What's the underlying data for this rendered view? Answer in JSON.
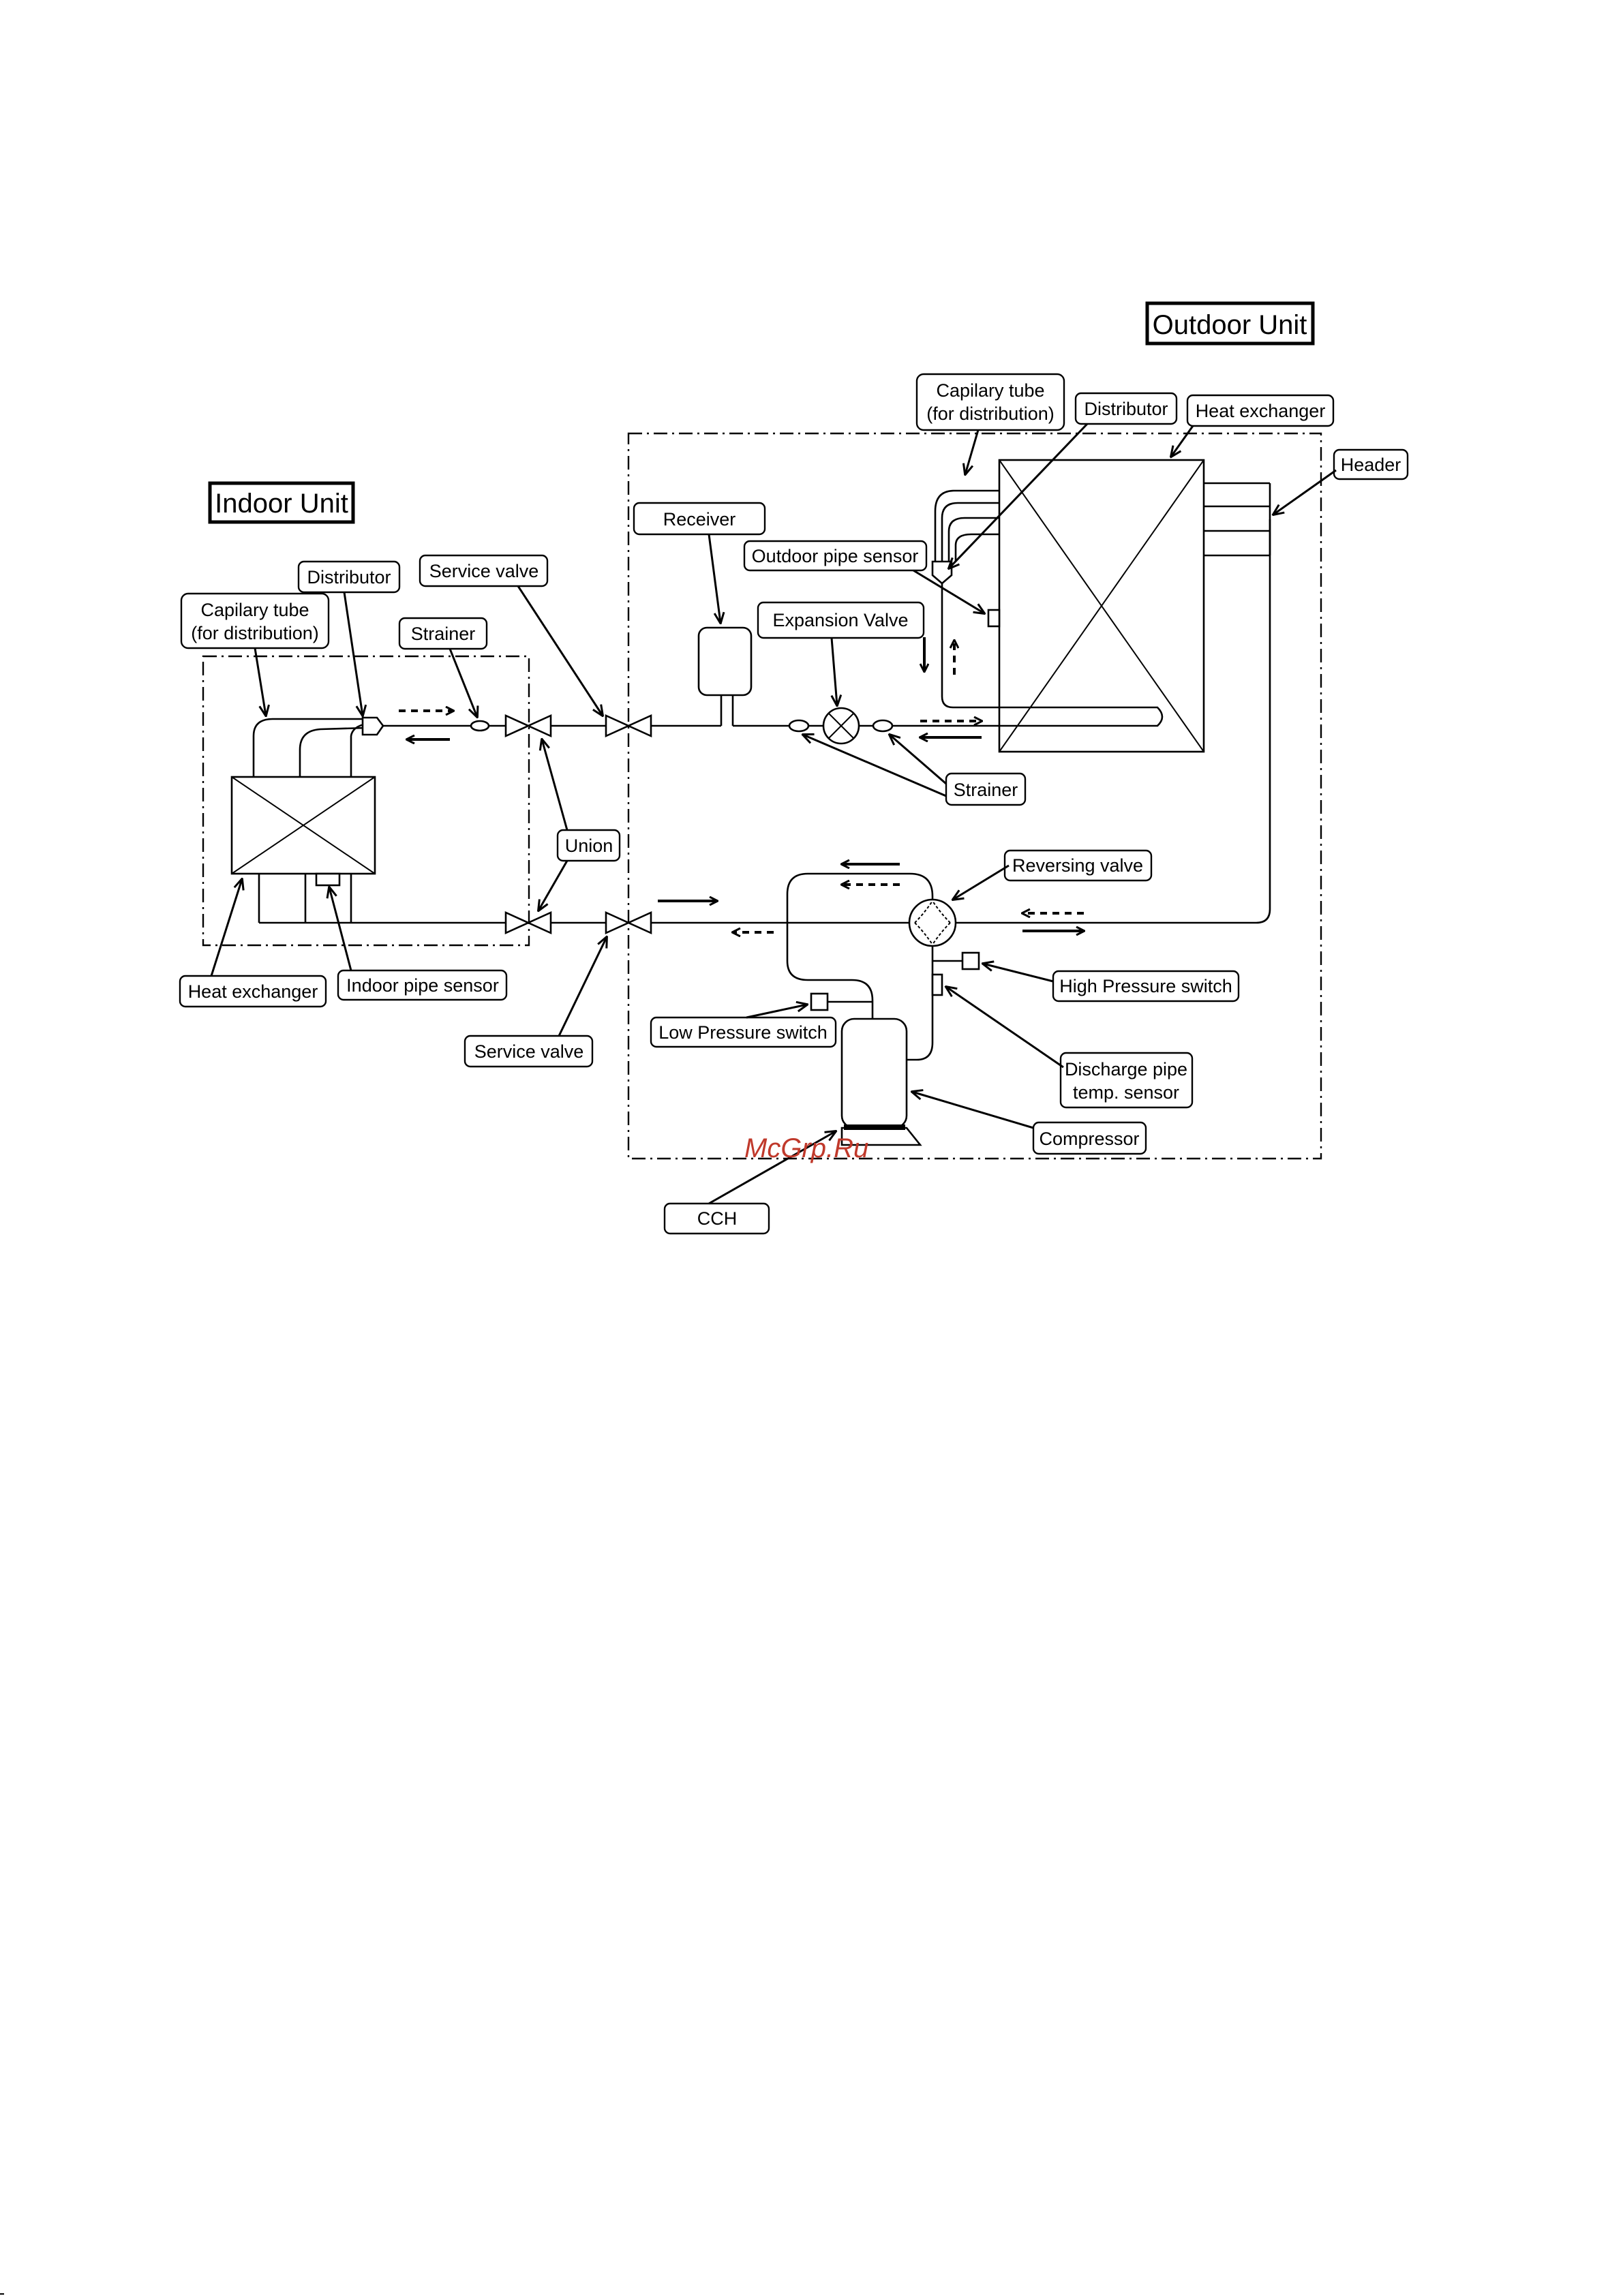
{
  "units": {
    "indoor": "Indoor Unit",
    "outdoor": "Outdoor Unit"
  },
  "labels": {
    "indoor_capilary_tube_l1": "Capilary tube",
    "indoor_capilary_tube_l2": "(for distribution)",
    "indoor_distributor": "Distributor",
    "service_valve_top": "Service valve",
    "indoor_strainer": "Strainer",
    "union": "Union",
    "indoor_heat_exchanger": "Heat exchanger",
    "indoor_pipe_sensor": "Indoor pipe sensor",
    "service_valve_bottom": "Service valve",
    "outdoor_capilary_tube_l1": "Capilary tube",
    "outdoor_capilary_tube_l2": "(for distribution)",
    "outdoor_distributor": "Distributor",
    "outdoor_heat_exchanger": "Heat exchanger",
    "header": "Header",
    "receiver": "Receiver",
    "outdoor_pipe_sensor": "Outdoor pipe sensor",
    "expansion_valve": "Expansion Valve",
    "outdoor_strainer": "Strainer",
    "reversing_valve": "Reversing valve",
    "high_pressure_switch": "High Pressure switch",
    "low_pressure_switch": "Low Pressure switch",
    "discharge_pipe_l1": "Discharge pipe",
    "discharge_pipe_l2": "temp. sensor",
    "compressor": "Compressor",
    "cch": "CCH"
  },
  "watermark": {
    "text": "McGrp.Ru",
    "color": "#c0392b"
  }
}
